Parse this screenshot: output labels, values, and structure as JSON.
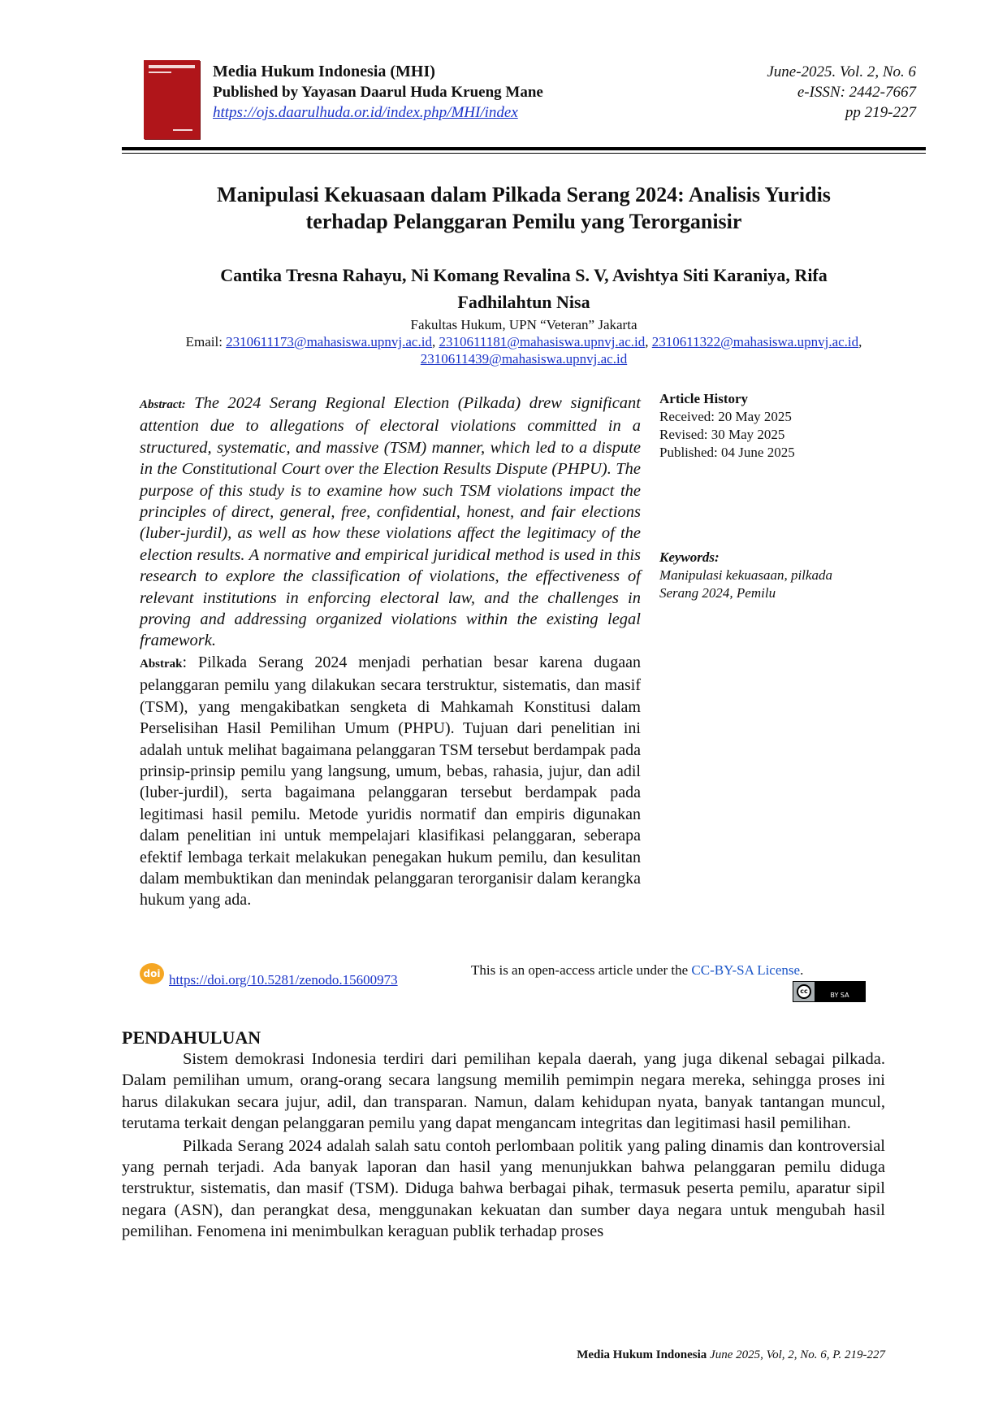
{
  "header": {
    "journal_name": "Media Hukum Indonesia (MHI)",
    "publisher": "Published by Yayasan Daarul Huda Krueng Mane",
    "url": "https://ojs.daarulhuda.or.id/index.php/MHI/index",
    "issue": "June-2025. Vol. 2, No. 6",
    "eissn": "e-ISSN: 2442-7667",
    "pages": "pp 219-227",
    "cover_color": "#b0151a"
  },
  "article": {
    "title_line1": "Manipulasi Kekuasaan dalam Pilkada Serang 2024: Analisis Yuridis",
    "title_line2": "terhadap Pelanggaran Pemilu yang Terorganisir",
    "authors_line1": "Cantika Tresna Rahayu, Ni Komang Revalina S. V, Avishtya Siti Karaniya, Rifa",
    "authors_line2": "Fadhilahtun Nisa",
    "affiliation": "Fakultas Hukum, UPN “Veteran” Jakarta",
    "email_label": "Email: ",
    "emails": [
      "2310611173@mahasiswa.upnvj.ac.id",
      "2310611181@mahasiswa.upnvj.ac.id",
      "2310611322@mahasiswa.upnvj.ac.id",
      "2310611439@mahasiswa.upnvj.ac.id"
    ]
  },
  "abstract": {
    "en_label": "Abstract:",
    "en_text": "The 2024 Serang Regional Election (Pilkada) drew significant attention due to allegations of electoral violations committed in a structured, systematic, and massive (TSM) manner, which led to a dispute in the Constitutional Court over the Election Results Dispute (PHPU). The purpose of this study is to examine how such TSM violations impact the principles of direct, general, free, confidential, honest, and fair elections (luber-jurdil), as well as how these violations affect the legitimacy of the election results. A normative and empirical juridical method is used in this research to explore the classification of violations, the effectiveness of relevant institutions in enforcing electoral law, and the challenges in proving and addressing organized violations within the existing legal framework.",
    "id_label": "Abstrak",
    "id_text": "Pilkada Serang 2024 menjadi perhatian besar karena dugaan pelanggaran pemilu yang dilakukan secara terstruktur, sistematis, dan masif (TSM), yang mengakibatkan sengketa di Mahkamah Konstitusi dalam Perselisihan Hasil Pemilihan Umum (PHPU). Tujuan dari penelitian ini adalah untuk melihat bagaimana pelanggaran TSM tersebut berdampak pada prinsip-prinsip pemilu yang langsung, umum, bebas, rahasia, jujur, dan adil (luber-jurdil), serta bagaimana pelanggaran tersebut berdampak pada legitimasi hasil pemilu. Metode yuridis normatif dan empiris digunakan dalam penelitian ini untuk mempelajari klasifikasi pelanggaran, seberapa efektif lembaga terkait melakukan penegakan hukum pemilu, dan kesulitan dalam membuktikan dan menindak pelanggaran terorganisir dalam kerangka hukum yang ada."
  },
  "history": {
    "heading": "Article History",
    "received": "Received: 20 May 2025",
    "revised": "Revised: 30 May 2025",
    "published": "Published: 04 June 2025"
  },
  "keywords": {
    "heading": "Keywords",
    "text": "Manipulasi kekuasaan, pilkada Serang 2024, Pemilu"
  },
  "doi": {
    "badge": "doi",
    "link": "https://doi.org/10.5281/zenodo.15600973"
  },
  "license": {
    "prefix": "This is an open-access article under the ",
    "name": "CC-BY-SA License",
    "suffix": ".",
    "badge_cc": "cc",
    "badge_terms": "BY   SA"
  },
  "body": {
    "section": "PENDAHULUAN",
    "paragraphs": [
      "Sistem demokrasi Indonesia terdiri dari pemilihan kepala daerah, yang juga dikenal sebagai pilkada. Dalam pemilihan umum, orang-orang secara langsung memilih pemimpin negara mereka, sehingga proses ini harus dilakukan secara jujur, adil, dan transparan. Namun, dalam kehidupan nyata, banyak tantangan muncul, terutama terkait dengan pelanggaran pemilu yang dapat mengancam integritas dan legitimasi hasil pemilihan.",
      "Pilkada Serang 2024 adalah salah satu contoh perlombaan politik yang paling dinamis dan kontroversial yang pernah terjadi. Ada banyak laporan dan hasil yang menunjukkan bahwa pelanggaran pemilu diduga terstruktur, sistematis, dan masif (TSM). Diduga bahwa berbagai pihak, termasuk peserta pemilu, aparatur sipil negara (ASN), dan perangkat desa, menggunakan kekuatan dan sumber daya negara untuk mengubah hasil pemilihan. Fenomena ini menimbulkan keraguan publik terhadap proses"
    ]
  },
  "footer": {
    "journal": "Media Hukum Indonesia",
    "citation": " June 2025, Vol, 2, No. 6, P. 219-227"
  }
}
